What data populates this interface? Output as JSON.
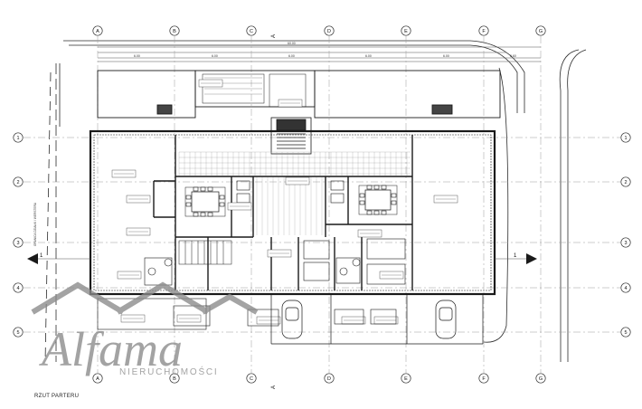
{
  "plan": {
    "caption": "RZUT PARTERU",
    "column_axes": [
      "A",
      "B",
      "C",
      "D",
      "E",
      "F",
      "G"
    ],
    "row_axes": [
      "1",
      "2",
      "3",
      "4",
      "5"
    ],
    "section_marker_left": "1",
    "section_marker_right": "1",
    "section_marker_top": "A",
    "section_marker_bottom": "A",
    "street_label": "GRANICA DZIAŁKI / WERSTERA",
    "overall_dimension": "60.00"
  },
  "watermark": {
    "brand": "Alfama",
    "subtitle": "NIERUCHOMOŚCI"
  },
  "colors": {
    "line": "#2b2b2b",
    "thin_line": "#7a7a7a",
    "axis_line": "#9a9a9a",
    "wall": "#1a1a1a",
    "watermark": "#8a8a8a"
  }
}
